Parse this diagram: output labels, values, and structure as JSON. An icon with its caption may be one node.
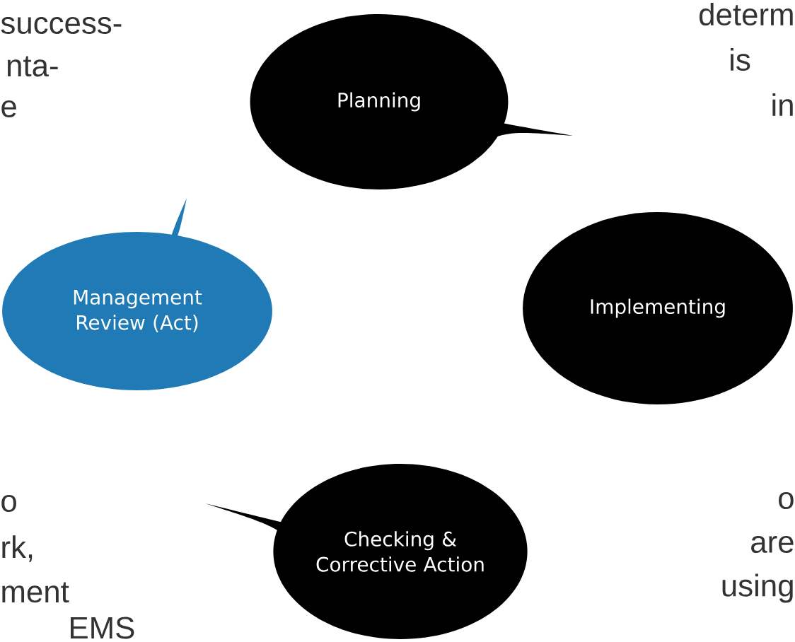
{
  "diagram": {
    "nodes": [
      {
        "text": [
          "Planning"
        ]
      },
      {
        "text": [
          "Management Review (Act)"
        ]
      },
      {
        "text": [
          "Implementing"
        ]
      },
      {
        "text": [
          "Checking & Corrective Action"
        ]
      }
    ],
    "labels": [
      "success-",
      "determ",
      "is",
      "nta-",
      "in",
      "e",
      "o",
      "o",
      "rk,",
      "are",
      "ment",
      "using",
      "EMS"
    ]
  }
}
